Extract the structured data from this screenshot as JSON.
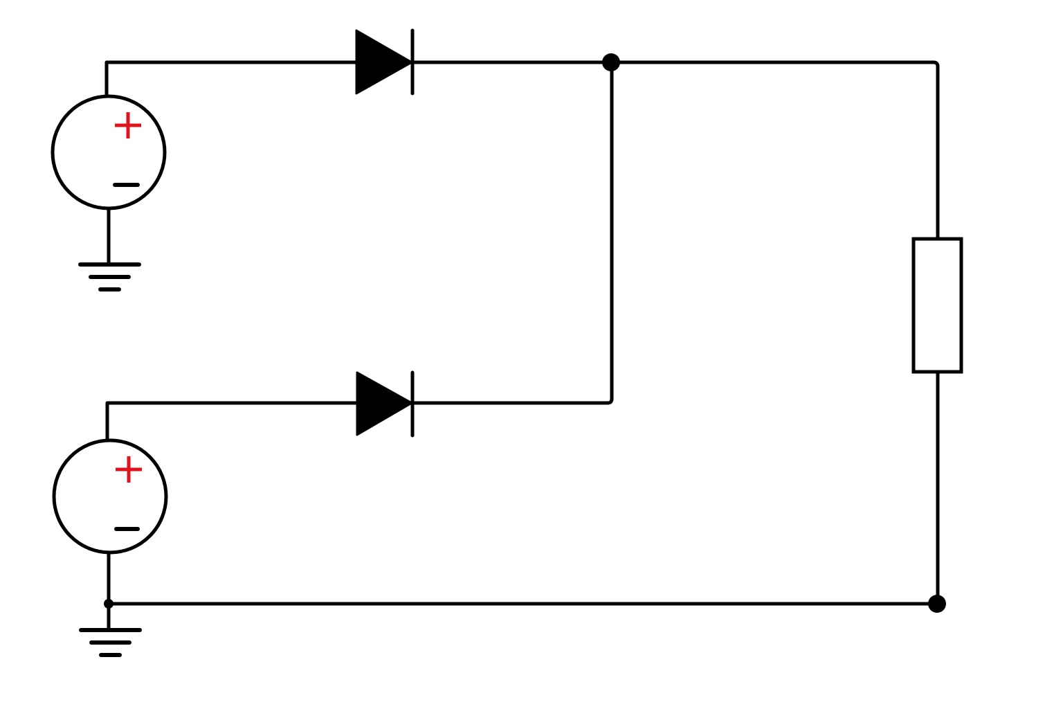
{
  "diagram": {
    "type": "circuit-schematic",
    "colors": {
      "background": "#ffffff",
      "stroke": "#000000",
      "polarity_plus": "#e0141e",
      "polarity_minus": "#000000"
    },
    "components": [
      {
        "kind": "voltage-source",
        "id": "source-top",
        "polarity": [
          "+",
          "-"
        ]
      },
      {
        "kind": "voltage-source",
        "id": "source-bottom",
        "polarity": [
          "+",
          "-"
        ]
      },
      {
        "kind": "diode",
        "id": "diode-top",
        "direction": "right"
      },
      {
        "kind": "diode",
        "id": "diode-bottom",
        "direction": "right"
      },
      {
        "kind": "resistor",
        "id": "load-resistor",
        "orientation": "vertical"
      },
      {
        "kind": "ground",
        "id": "ground-top"
      },
      {
        "kind": "ground",
        "id": "ground-bottom"
      }
    ],
    "junctions": [
      "junction-diode-outputs",
      "junction-bottom-right",
      "junction-bottom-left"
    ]
  }
}
